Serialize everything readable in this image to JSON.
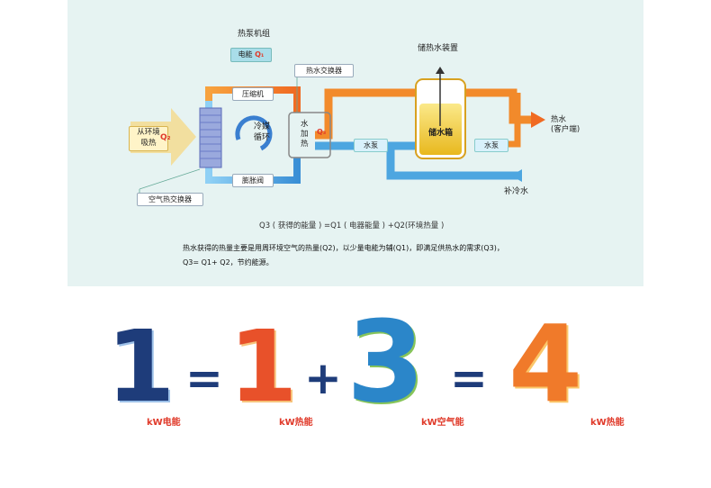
{
  "diagram": {
    "heat_pump_unit": "热泵机组",
    "electric_energy": "电能",
    "q1": "Q₁",
    "compressor": "压缩机",
    "refrigerant_cycle": "冷媒\n循环",
    "expansion_valve": "膨胀阀",
    "absorb_env": "从环境\n吸热",
    "q2": "Q₂",
    "air_exchanger": "空气热交换器",
    "water_exchanger": "热水交换器",
    "water_heating": "水\n加\n热",
    "q3": "Q₃",
    "storage_device": "储热水装置",
    "water_tank": "储水箱",
    "pump_left": "水泵",
    "pump_right": "水泵",
    "hot_water": "热水\n(客户端)",
    "cold_water": "补冷水"
  },
  "formula": "Q3 ( 获得的能量 ) =Q1 ( 电器能量 ) +Q2(环境热量 )",
  "description_line1": "热水获得的热量主要是用周环境空气的热量(Q2)，以少量电能为辅(Q1)，即满足供热水的需求(Q3)，",
  "description_line2": "Q3= Q1+ Q2，节约能源。",
  "equation": {
    "n1": "1",
    "u1": "kW电能",
    "op1": "=",
    "n2": "1",
    "u2": "kW热能",
    "op2": "+",
    "n3": "3",
    "u3": "kW空气能",
    "op3": "=",
    "n4": "4",
    "u4": "kW热能"
  },
  "colors": {
    "hot": "#f28a2b",
    "cold": "#4da6e0",
    "panel": "#e6f3f2",
    "accent_red": "#e03a2a"
  }
}
